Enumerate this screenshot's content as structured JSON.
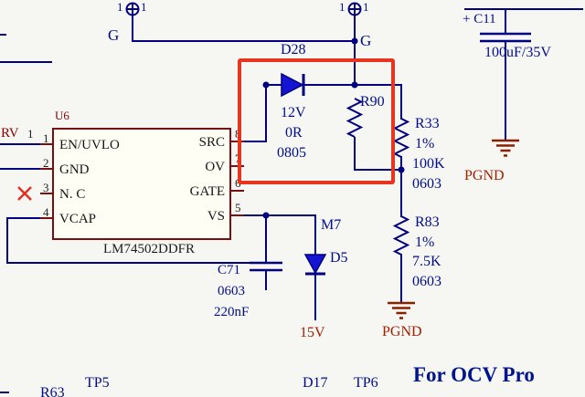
{
  "power_ports": [
    {
      "pin_left": "1",
      "pin_right": "1",
      "net": "G"
    },
    {
      "pin_left": "1",
      "pin_right": "1",
      "net": "G"
    }
  ],
  "components": {
    "u6": {
      "designator": "U6",
      "part": "LM74502DDFR",
      "pins_left": [
        {
          "num": "1",
          "name": "EN/UVLO"
        },
        {
          "num": "2",
          "name": "GND"
        },
        {
          "num": "3",
          "name": "N. C"
        },
        {
          "num": "4",
          "name": "VCAP"
        }
      ],
      "pins_right": [
        {
          "num": "8",
          "name": "SRC"
        },
        {
          "num": "7",
          "name": "OV"
        },
        {
          "num": "6",
          "name": "GATE"
        },
        {
          "num": "5",
          "name": "VS"
        }
      ]
    },
    "d28": {
      "designator": "D28",
      "value": "12V"
    },
    "r90": {
      "designator": "R90",
      "value": "0R",
      "package": "0805"
    },
    "r33": {
      "designator": "R33",
      "tolerance": "1%",
      "value": "100K",
      "package": "0603"
    },
    "r83": {
      "designator": "R83",
      "tolerance": "1%",
      "value": "7.5K",
      "package": "0603"
    },
    "c11": {
      "designator": "+ C11",
      "value": "100uF/35V"
    },
    "c71": {
      "designator": "C71",
      "package": "0603",
      "value": "220nF"
    },
    "d5": {
      "designator": "D5"
    },
    "m7": {
      "designator": "M7"
    },
    "d17": {
      "designator": "D17"
    },
    "r63": {
      "designator": "R63"
    },
    "rv": {
      "designator": "RV",
      "pin": "1"
    }
  },
  "nets": {
    "v15": "15V",
    "pgnd_c11": "PGND",
    "pgnd_r83": "PGND"
  },
  "test_points": {
    "tp5": "TP5",
    "tp6": "TP6"
  },
  "annotation": {
    "text": "For OCV Pro"
  },
  "colors": {
    "wire": "#000080",
    "highlight": "#e8351f",
    "ground": "#8b2000",
    "diode_fill": "#1414d2",
    "text_navy": "#000e8a",
    "text_maroon": "#a02000"
  }
}
